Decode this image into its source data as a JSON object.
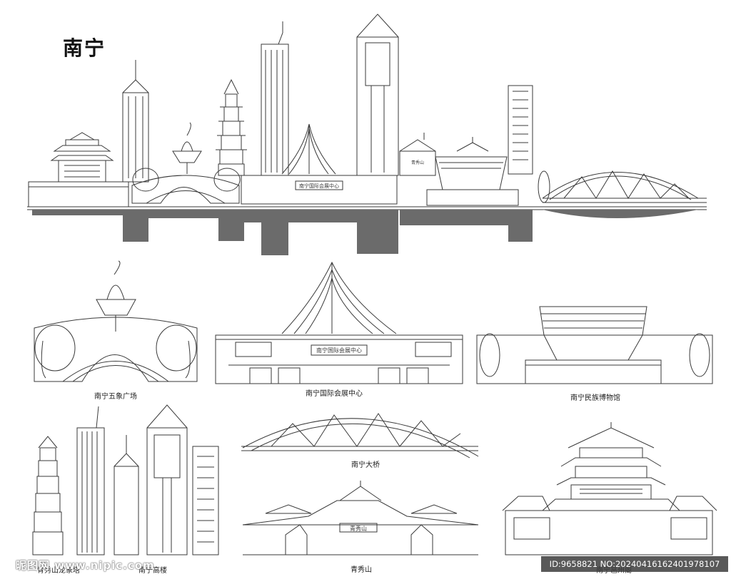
{
  "title": "南宁",
  "labels": {
    "wuxiang": "南宁五象广场",
    "huizhan": "南宁国际会展中心",
    "bowuguan": "南宁民族博物馆",
    "daqiao": "南宁大桥",
    "qingxiu": "青秀山",
    "huizhan_sign": "南宁国际会展中心",
    "qingxiu_sign": "青秀山",
    "qingxiu_sign_sky": "青秀山",
    "huizhan_sign_sky": "南宁国际会展中心",
    "tower_group": "青秀山龙象塔",
    "building_group": "南宁高楼",
    "pavilion": "南宁邕州阁"
  },
  "watermark": {
    "left": "昵图网 www.nipic.com",
    "id": "ID:9658821 NO:20240416162401978107"
  },
  "colors": {
    "stroke": "#3a3a3a",
    "reflection": "#6b6b6b",
    "background": "#ffffff"
  }
}
